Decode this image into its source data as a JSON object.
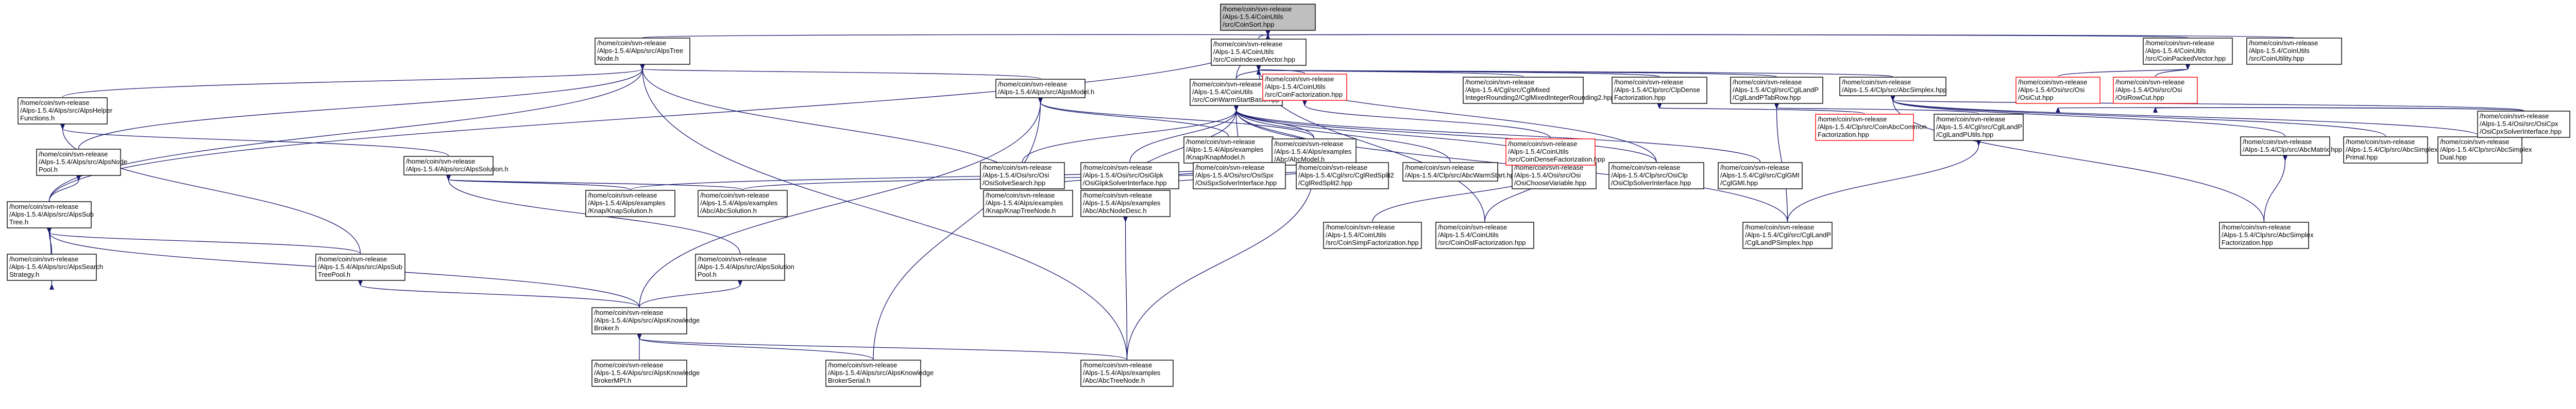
{
  "colors": {
    "edge": "#191970",
    "node_border": "#000000",
    "root_fill": "#bfbfbf",
    "red_border": "#ff0000"
  },
  "nodes": [
    {
      "id": "coinsort",
      "lines": [
        "/home/coin/svn-release",
        "/Alps-1.5.4/CoinUtils",
        "/src/CoinSort.hpp"
      ],
      "root": true
    },
    {
      "id": "alpstreenode",
      "lines": [
        "/home/coin/svn-release",
        "/Alps-1.5.4/Alps/src/AlpsTree",
        "Node.h"
      ]
    },
    {
      "id": "coinindexedvector",
      "lines": [
        "/home/coin/svn-release",
        "/Alps-1.5.4/CoinUtils",
        "/src/CoinIndexedVector.hpp"
      ]
    },
    {
      "id": "coinpackedvector",
      "lines": [
        "/home/coin/svn-release",
        "/Alps-1.5.4/CoinUtils",
        "/src/CoinPackedVector.hpp"
      ]
    },
    {
      "id": "coinutility",
      "lines": [
        "/home/coin/svn-release",
        "/Alps-1.5.4/CoinUtils",
        "/src/CoinUtility.hpp"
      ]
    },
    {
      "id": "alpshelper",
      "lines": [
        "/home/coin/svn-release",
        "/Alps-1.5.4/Alps/src/AlpsHelper",
        "Functions.h"
      ]
    },
    {
      "id": "alpsmodel",
      "lines": [
        "/home/coin/svn-release",
        "/Alps-1.5.4/Alps/src/AlpsModel.h"
      ]
    },
    {
      "id": "coinwarmstartbasis",
      "lines": [
        "/home/coin/svn-release",
        "/Alps-1.5.4/CoinUtils",
        "/src/CoinWarmStartBasis.hpp"
      ]
    },
    {
      "id": "coinfactorization",
      "lines": [
        "/home/coin/svn-release",
        "/Alps-1.5.4/CoinUtils",
        "/src/CoinFactorization.hpp"
      ],
      "red": true
    },
    {
      "id": "cgmixedinteger",
      "lines": [
        "/home/coin/svn-release",
        "/Alps-1.5.4/Cgl/src/CglMixed",
        "IntegerRounding2/CglMixedIntegerRounding2.hpp"
      ]
    },
    {
      "id": "clpdensefact",
      "lines": [
        "/home/coin/svn-release",
        "/Alps-1.5.4/Clp/src/ClpDense",
        "Factorization.hpp"
      ]
    },
    {
      "id": "cglandp_tabrow",
      "lines": [
        "/home/coin/svn-release",
        "/Alps-1.5.4/Cgl/src/CglLandP",
        "/CglLandPTabRow.hpp"
      ]
    },
    {
      "id": "abcsimplex",
      "lines": [
        "/home/coin/svn-release",
        "/Alps-1.5.4/Clp/src/AbcSimplex.hpp"
      ]
    },
    {
      "id": "osicut",
      "lines": [
        "/home/coin/svn-release",
        "/Alps-1.5.4/Osi/src/Osi",
        "/OsiCut.hpp"
      ],
      "red": true
    },
    {
      "id": "osirowcut",
      "lines": [
        "/home/coin/svn-release",
        "/Alps-1.5.4/Osi/src/Osi",
        "/OsiRowCut.hpp"
      ],
      "red": true
    },
    {
      "id": "alpsnodepool",
      "lines": [
        "/home/coin/svn-release",
        "/Alps-1.5.4/Alps/src/AlpsNode",
        "Pool.h"
      ]
    },
    {
      "id": "alpssolution",
      "lines": [
        "/home/coin/svn-release",
        "/Alps-1.5.4/Alps/src/AlpsSolution.h"
      ]
    },
    {
      "id": "knapmodel",
      "lines": [
        "/home/coin/svn-release",
        "/Alps-1.5.4/Alps/examples",
        "/Knap/KnapModel.h"
      ]
    },
    {
      "id": "abcmodel",
      "lines": [
        "/home/coin/svn-release",
        "/Alps-1.5.4/Alps/examples",
        "/Abc/AbcModel.h"
      ]
    },
    {
      "id": "osisolvesearch",
      "lines": [
        "/home/coin/svn-release",
        "/Alps-1.5.4/Osi/src/Osi",
        "/OsiSolveSearch.hpp"
      ]
    },
    {
      "id": "osiglpk",
      "lines": [
        "/home/coin/svn-release",
        "/Alps-1.5.4/Osi/src/OsiGlpk",
        "/OsiGlpkSolverInterface.hpp"
      ]
    },
    {
      "id": "osispx",
      "lines": [
        "/home/coin/svn-release",
        "/Alps-1.5.4/Osi/src/OsiSpx",
        "/OsiSpxSolverInterface.hpp"
      ]
    },
    {
      "id": "cglredsplit2",
      "lines": [
        "/home/coin/svn-release",
        "/Alps-1.5.4/Cgl/src/CglRedSplit2",
        "/CglRedSplit2.hpp"
      ]
    },
    {
      "id": "abcwarmstart",
      "lines": [
        "/home/coin/svn-release",
        "/Alps-1.5.4/Clp/src/AbcWarmStart.hpp"
      ]
    },
    {
      "id": "osichoosevariable",
      "lines": [
        "/home/coin/svn-release",
        "/Alps-1.5.4/Osi/src/Osi",
        "/OsiChooseVariable.hpp"
      ]
    },
    {
      "id": "osiclp",
      "lines": [
        "/home/coin/svn-release",
        "/Alps-1.5.4/Clp/src/OsiClp",
        "/OsiClpSolverInterface.hpp"
      ]
    },
    {
      "id": "cglgmi",
      "lines": [
        "/home/coin/svn-release",
        "/Alps-1.5.4/Cgl/src/CglGMI",
        "/CglGMI.hpp"
      ]
    },
    {
      "id": "coindensefact",
      "lines": [
        "/home/coin/svn-release",
        "/Alps-1.5.4/CoinUtils",
        "/src/CoinDenseFactorization.hpp"
      ],
      "red": true
    },
    {
      "id": "coinabccommonfact",
      "lines": [
        "/home/coin/svn-release",
        "/Alps-1.5.4/Clp/src/CoinAbcCommon",
        "Factorization.hpp"
      ],
      "red": true
    },
    {
      "id": "cglandp_pivot",
      "lines": [
        "/home/coin/svn-release",
        "/Alps-1.5.4/Cgl/src/CglLandP",
        "/CglLandPUtils.hpp"
      ]
    },
    {
      "id": "abcmatrix",
      "lines": [
        "/home/coin/svn-release",
        "/Alps-1.5.4/Clp/src/AbcMatrix.hpp"
      ]
    },
    {
      "id": "abcsimplexprimal",
      "lines": [
        "/home/coin/svn-release",
        "/Alps-1.5.4/Clp/src/AbcSimplex",
        "Primal.hpp"
      ]
    },
    {
      "id": "abcsimplexdual",
      "lines": [
        "/home/coin/svn-release",
        "/Alps-1.5.4/Clp/src/AbcSimplex",
        "Dual.hpp"
      ]
    },
    {
      "id": "osicpx",
      "lines": [
        "/home/coin/svn-release",
        "/Alps-1.5.4/Osi/src/OsiCpx",
        "/OsiCpxSolverInterface.hpp"
      ]
    },
    {
      "id": "alpssubtree",
      "lines": [
        "/home/coin/svn-release",
        "/Alps-1.5.4/Alps/src/AlpsSub",
        "Tree.h"
      ]
    },
    {
      "id": "knapsolution",
      "lines": [
        "/home/coin/svn-release",
        "/Alps-1.5.4/Alps/examples",
        "/Knap/KnapSolution.h"
      ]
    },
    {
      "id": "abcsolution",
      "lines": [
        "/home/coin/svn-release",
        "/Alps-1.5.4/Alps/examples",
        "/Abc/AbcSolution.h"
      ]
    },
    {
      "id": "knaptreenode",
      "lines": [
        "/home/coin/svn-release",
        "/Alps-1.5.4/Alps/examples",
        "/Knap/KnapTreeNode.h"
      ]
    },
    {
      "id": "abcnodedesc",
      "lines": [
        "/home/coin/svn-release",
        "/Alps-1.5.4/Alps/examples",
        "/Abc/AbcNodeDesc.h"
      ]
    },
    {
      "id": "coinsimpfact",
      "lines": [
        "/home/coin/svn-release",
        "/Alps-1.5.4/CoinUtils",
        "/src/CoinSimpFactorization.hpp"
      ]
    },
    {
      "id": "coinoslfact",
      "lines": [
        "/home/coin/svn-release",
        "/Alps-1.5.4/CoinUtils",
        "/src/CoinOslFactorization.hpp"
      ]
    },
    {
      "id": "cglandpsimplex",
      "lines": [
        "/home/coin/svn-release",
        "/Alps-1.5.4/Cgl/src/CglLandP",
        "/CglLandPSimplex.hpp"
      ]
    },
    {
      "id": "abcsimplexfact",
      "lines": [
        "/home/coin/svn-release",
        "/Alps-1.5.4/Clp/src/AbcSimplex",
        "Factorization.hpp"
      ]
    },
    {
      "id": "alpssearchstrategy",
      "lines": [
        "/home/coin/svn-release",
        "/Alps-1.5.4/Alps/src/AlpsSearch",
        "Strategy.h"
      ]
    },
    {
      "id": "alpssubtreepool",
      "lines": [
        "/home/coin/svn-release",
        "/Alps-1.5.4/Alps/src/AlpsSub",
        "TreePool.h"
      ]
    },
    {
      "id": "alpssolutionpool",
      "lines": [
        "/home/coin/svn-release",
        "/Alps-1.5.4/Alps/src/AlpsSolution",
        "Pool.h"
      ]
    },
    {
      "id": "alpsknowledgebroker",
      "lines": [
        "/home/coin/svn-release",
        "/Alps-1.5.4/Alps/src/AlpsKnowledge",
        "Broker.h"
      ]
    },
    {
      "id": "alpsknowledgebrokermpi",
      "lines": [
        "/home/coin/svn-release",
        "/Alps-1.5.4/Alps/src/AlpsKnowledge",
        "BrokerMPI.h"
      ]
    },
    {
      "id": "alpsknowledgebrokerserial",
      "lines": [
        "/home/coin/svn-release",
        "/Alps-1.5.4/Alps/src/AlpsKnowledge",
        "BrokerSerial.h"
      ]
    },
    {
      "id": "abctreenode",
      "lines": [
        "/home/coin/svn-release",
        "/Alps-1.5.4/Alps/examples",
        "/Abc/AbcTreeNode.h"
      ]
    }
  ]
}
